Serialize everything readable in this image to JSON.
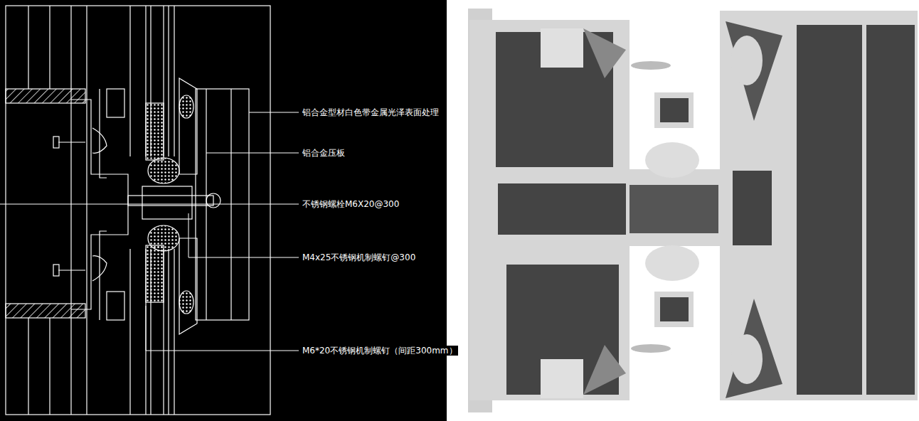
{
  "diagram": {
    "labels": [
      "铝合金型材白色带金属光泽表面处理",
      "铝合金压板",
      "不锈钢螺栓M6X20@300",
      "M4x25不锈钢机制螺钉@300",
      "M6*20不锈钢机制螺钉（间距300mm）"
    ]
  }
}
